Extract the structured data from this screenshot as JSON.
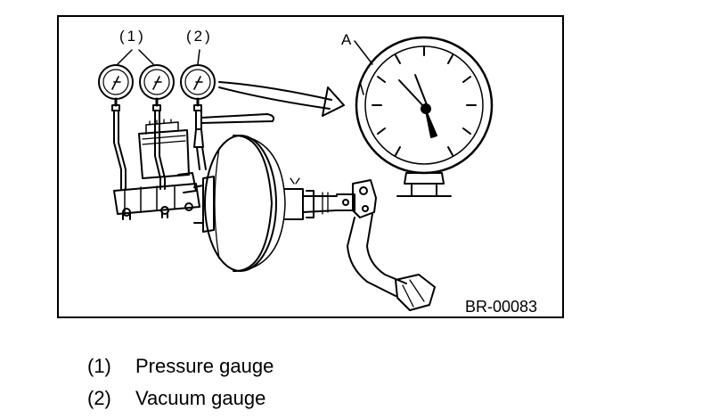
{
  "labels": {
    "callout_1": "(1)",
    "callout_2": "(2)",
    "callout_a": "A",
    "figure_code": "BR-00083"
  },
  "legend": [
    {
      "number": "(1)",
      "text": "Pressure gauge"
    },
    {
      "number": "(2)",
      "text": "Vacuum gauge"
    }
  ]
}
